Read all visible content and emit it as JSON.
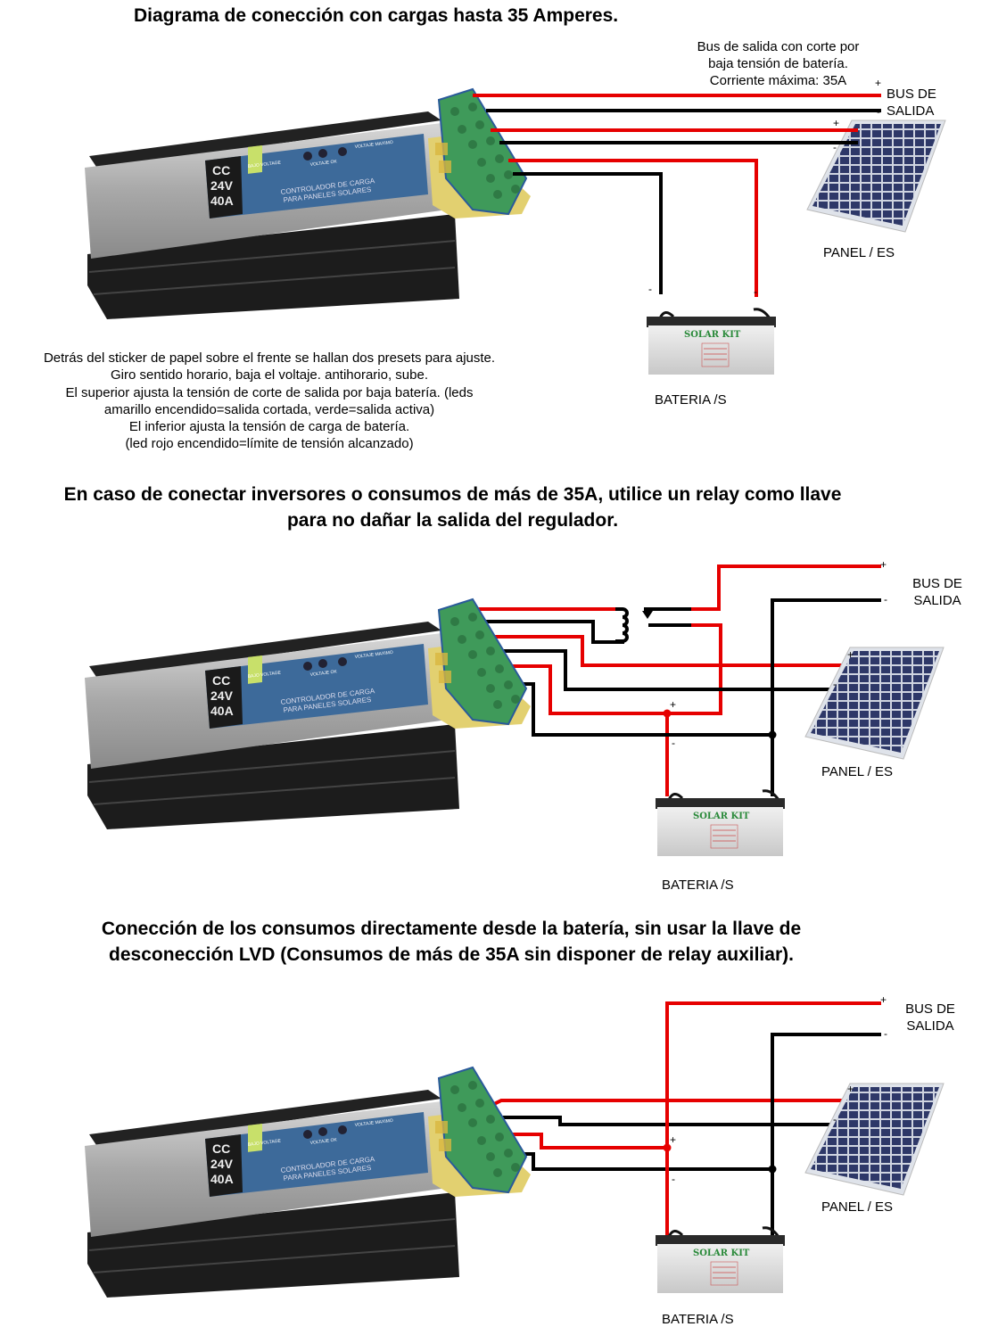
{
  "section1": {
    "title": "Diagrama de conección con cargas hasta 35 Amperes.",
    "bus_note": [
      "Bus de salida con corte por",
      "baja tensión de batería.",
      "Corriente máxima: 35A"
    ],
    "bus_label": [
      "BUS DE",
      "SALIDA"
    ],
    "panel_label": "PANEL / ES",
    "battery_label": "BATERIA /S",
    "notes": [
      "Detrás del sticker de papel sobre el frente se hallan dos presets para ajuste.",
      "Giro sentido horario, baja el voltaje. antihorario, sube.",
      "El superior ajusta la tensión de corte de salida por baja batería.  (leds",
      "amarillo encendido=salida cortada, verde=salida activa)",
      "El inferior ajusta la tensión de carga de batería.",
      "(led rojo encendido=límite de tensión alcanzado)"
    ]
  },
  "section2": {
    "title": [
      "En caso de conectar inversores o consumos de más de 35A, utilice un relay como llave",
      "para no dañar la salida del regulador."
    ],
    "bus_label": [
      "BUS DE",
      "SALIDA"
    ],
    "panel_label": "PANEL / ES",
    "battery_label": "BATERIA /S"
  },
  "section3": {
    "title": [
      "Conección de los consumos directamente desde la batería, sin usar la llave de",
      "desconección LVD (Consumos de más de 35A sin disponer de relay auxiliar)."
    ],
    "bus_label": [
      "BUS DE",
      "SALIDA"
    ],
    "panel_label": "PANEL / ES",
    "battery_label": "BATERIA /S"
  },
  "polarity": {
    "plus": "+",
    "minus": "-"
  },
  "controller": {
    "rating": [
      "CC",
      "24V",
      "40A"
    ],
    "leds": [
      "BAJO VOLTAGE",
      "VOLTAJE OK",
      "VOLTAJE MAXIMO"
    ],
    "name": [
      "CONTROLADOR DE CARGA",
      "PARA PANELES SOLARES"
    ]
  },
  "battery_brand": "SOLAR KIT",
  "colors": {
    "positive_wire": "#e60000",
    "negative_wire": "#000000",
    "label_blue": "#3d6a9a",
    "terminal_green": "#3f9a5a"
  }
}
